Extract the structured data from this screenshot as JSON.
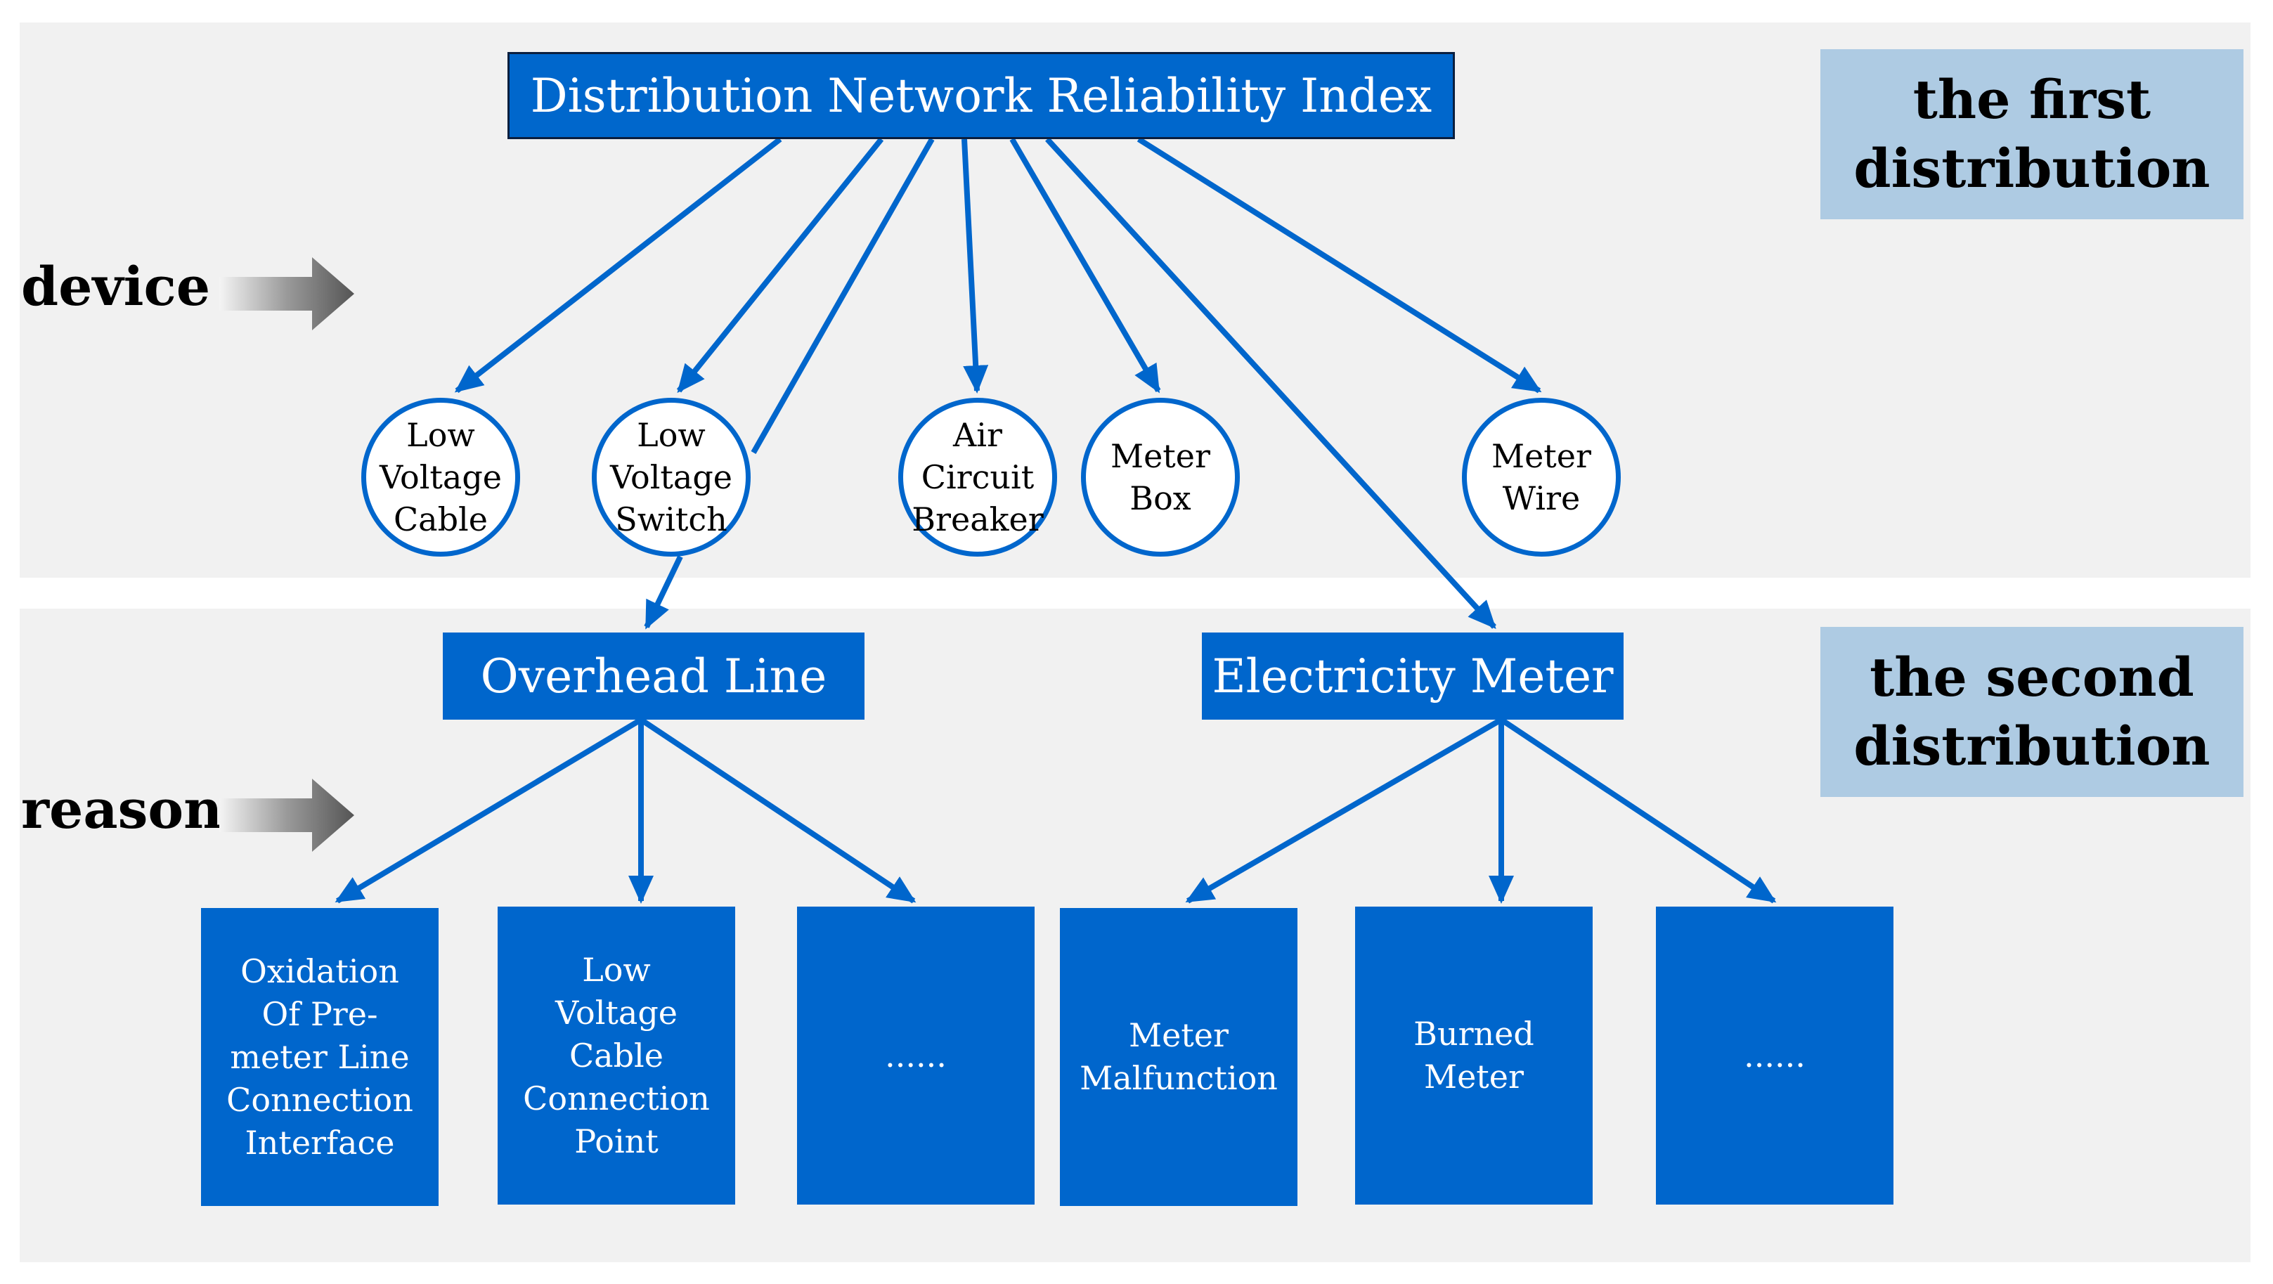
{
  "root": {
    "label": "Distribution Network Reliability Index"
  },
  "distributions": {
    "first": "the first\ndistribution",
    "second": "the second\ndistribution"
  },
  "side_labels": {
    "device": "device",
    "reason": "reason"
  },
  "devices": [
    {
      "label": "Low\nVoltage\nCable"
    },
    {
      "label": "Low\nVoltage\nSwitch"
    },
    {
      "label": "Air\nCircuit\nBreaker"
    },
    {
      "label": "Meter\nBox"
    },
    {
      "label": "Meter\nWire"
    }
  ],
  "categories": {
    "overhead": "Overhead Line",
    "meter": "Electricity Meter"
  },
  "reasons": {
    "overhead": [
      {
        "label": "Oxidation\nOf Pre-\nmeter Line\nConnection\nInterface"
      },
      {
        "label": "Low\nVoltage\nCable\nConnection\nPoint"
      },
      {
        "label": "......"
      }
    ],
    "meter": [
      {
        "label": "Meter\nMalfunction"
      },
      {
        "label": "Burned\nMeter"
      },
      {
        "label": "......"
      }
    ]
  },
  "colors": {
    "primary": "#0066cc",
    "band": "#f1f1f1",
    "distribution_box": "#aecbe3",
    "root_border": "#0b1f3f"
  }
}
